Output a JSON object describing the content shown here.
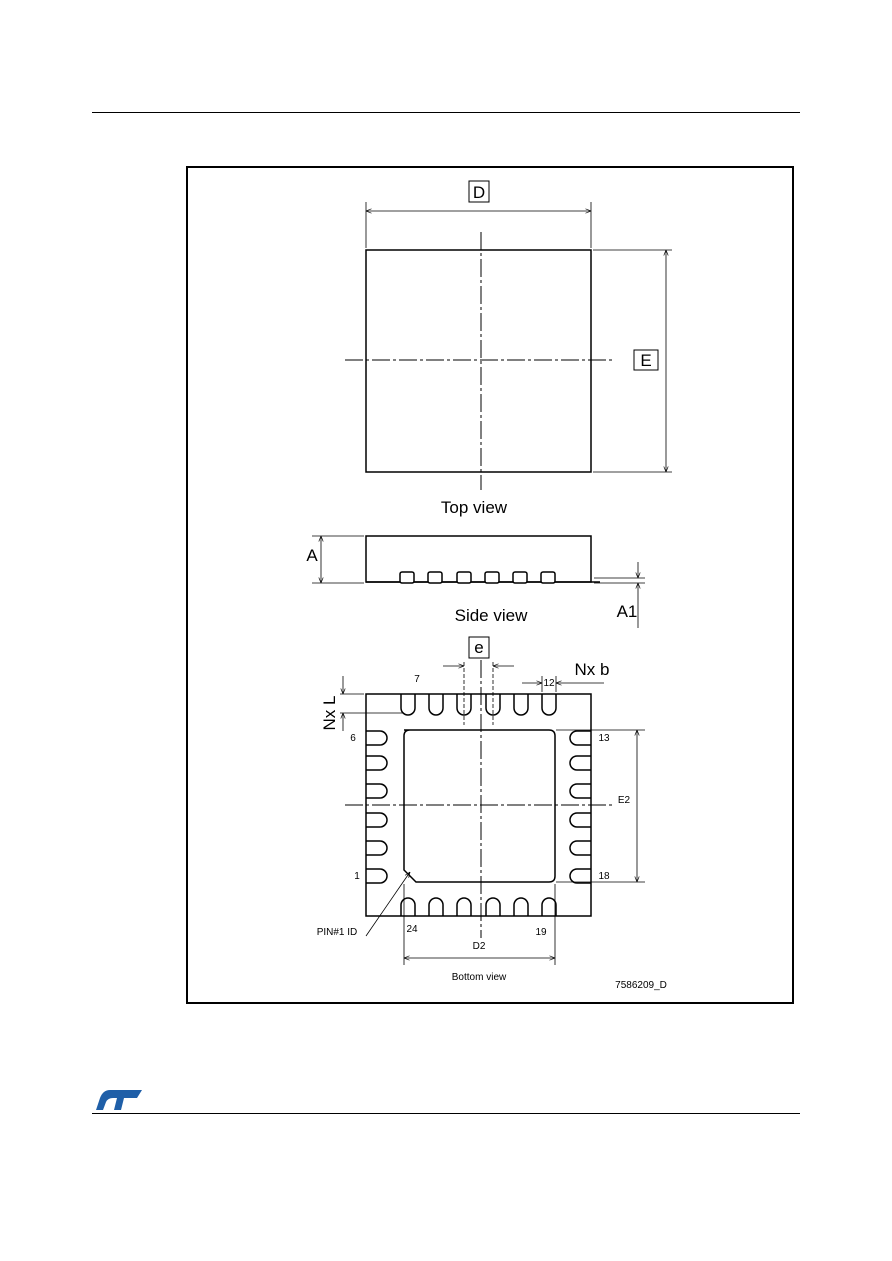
{
  "page": {
    "figure_id": "7586209_D",
    "logo_text": "ST"
  },
  "diagram": {
    "top_view": {
      "label": "Top view",
      "dim_width": "D",
      "dim_height": "E"
    },
    "side_view": {
      "label": "Side view",
      "dim_height": "A",
      "dim_standoff": "A1"
    },
    "bottom_view": {
      "label": "Bottom view",
      "dim_pitch": "e",
      "dim_lead_width": "Nx b",
      "dim_lead_length": "Nx L",
      "dim_pad_width": "D2",
      "dim_pad_height": "E2",
      "pin1_label": "PIN#1 ID",
      "pin_numbers": {
        "p1": "1",
        "p6": "6",
        "p7": "7",
        "p12": "12",
        "p13": "13",
        "p18": "18",
        "p19": "19",
        "p24": "24"
      }
    }
  }
}
